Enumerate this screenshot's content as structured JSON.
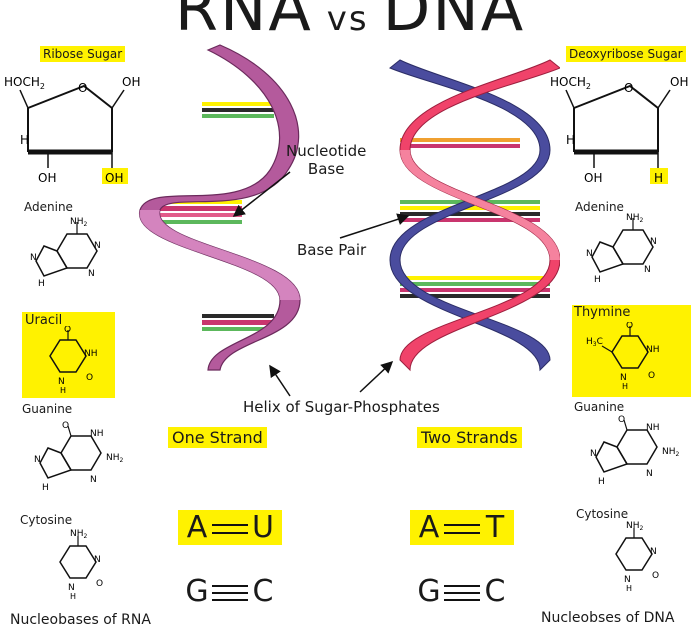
{
  "title": {
    "left": "RNA",
    "vs": "vs",
    "right": "DNA"
  },
  "rna": {
    "sugar_label": "Ribose Sugar",
    "sugar": {
      "ch2": "HOCH",
      "sub": "2",
      "o": "O",
      "oh_top": "OH",
      "h": "H",
      "oh_left": "OH",
      "oh_right": "OH"
    },
    "bases": {
      "adenine": "Adenine",
      "uracil": "Uracil",
      "guanine": "Guanine",
      "cytosine": "Cytosine"
    },
    "strand_label": "One Strand",
    "pair1": {
      "a": "A",
      "b": "U"
    },
    "pair2": {
      "a": "G",
      "b": "C"
    },
    "footer": "Nucleobases of RNA"
  },
  "dna": {
    "sugar_label": "Deoxyribose Sugar",
    "sugar": {
      "ch2": "HOCH",
      "sub": "2",
      "o": "O",
      "oh_top": "OH",
      "h": "H",
      "oh_left": "OH",
      "h_right": "H"
    },
    "bases": {
      "adenine": "Adenine",
      "thymine": "Thymine",
      "guanine": "Guanine",
      "cytosine": "Cytosine"
    },
    "strand_label": "Two Strands",
    "pair1": {
      "a": "A",
      "b": "T"
    },
    "pair2": {
      "a": "G",
      "b": "C"
    },
    "footer": "Nucleobses of DNA"
  },
  "annotations": {
    "nucleotide": "Nucleotide",
    "base": "Base",
    "base_pair": "Base Pair",
    "helix": "Helix of Sugar-Phosphates"
  },
  "atoms": {
    "n": "N",
    "h": "H",
    "o": "O",
    "nh": "NH",
    "nh2": "NH",
    "two": "2",
    "h3c": "H",
    "three": "3",
    "c": "C"
  },
  "colors": {
    "rna_strand": "#b45a9c",
    "rna_strand_light": "#d98cc4",
    "dna_strand_red": "#f0436a",
    "dna_strand_blue": "#4a4c9e",
    "highlight": "#fff200"
  }
}
